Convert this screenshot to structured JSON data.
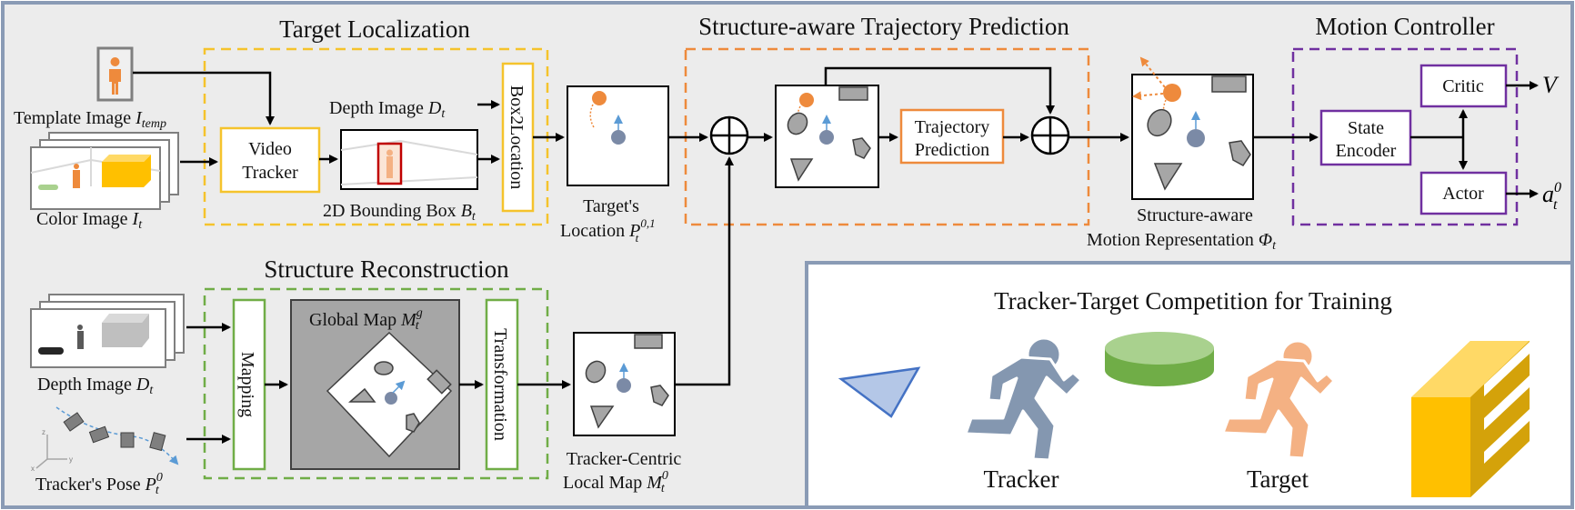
{
  "sections": {
    "target_localization": "Target Localization",
    "structure_aware_prediction": "Structure-aware Trajectory Prediction",
    "motion_controller": "Motion Controller",
    "structure_reconstruction": "Structure Reconstruction",
    "competition": "Tracker-Target Competition for Training"
  },
  "inputs": {
    "template_image": "Template Image",
    "template_symbol": "I",
    "template_sub": "temp",
    "color_image": "Color Image",
    "color_symbol": "I",
    "color_sub": "t",
    "depth_image_top": "Depth Image",
    "depth_symbol": "D",
    "depth_sub": "t",
    "depth_image_bottom": "Depth Image",
    "tracker_pose": "Tracker's Pose",
    "pose_symbol": "P",
    "pose_sup": "0",
    "pose_sub": "t"
  },
  "modules": {
    "video_tracker_1": "Video",
    "video_tracker_2": "Tracker",
    "box2location": "Box2Location",
    "bbox_label": "2D Bounding Box",
    "bbox_symbol": "B",
    "bbox_sub": "t",
    "targets_location_1": "Target's",
    "targets_location_2": "Location",
    "loc_symbol": "P",
    "loc_sup": "0,1",
    "loc_sub": "t",
    "trajectory_prediction_1": "Trajectory",
    "trajectory_prediction_2": "Prediction",
    "state_encoder_1": "State",
    "state_encoder_2": "Encoder",
    "critic": "Critic",
    "actor": "Actor",
    "value_symbol": "V",
    "action_symbol": "a",
    "action_sup": "0",
    "action_sub": "t",
    "motion_rep_1": "Structure-aware",
    "motion_rep_2": "Motion Representation",
    "phi_symbol": "Φ",
    "phi_sub": "t",
    "mapping": "Mapping",
    "global_map": "Global Map",
    "global_symbol": "M",
    "global_sup": "g",
    "global_sub": "t",
    "transformation": "Transformation",
    "local_map_1": "Tracker-Centric",
    "local_map_2": "Local Map",
    "local_symbol": "M",
    "local_sup": "0",
    "local_sub": "t"
  },
  "competition": {
    "tracker": "Tracker",
    "target": "Target"
  },
  "colors": {
    "outer_border": "#8a9bb5",
    "panel_bg": "#ececec",
    "yellow": "#f5c32c",
    "orange": "#ee8a3c",
    "purple": "#7030a0",
    "green": "#70ad47",
    "tracker_blue": "#7b8aa6",
    "target_peach": "#f4b183",
    "gold": "#ffc000"
  }
}
